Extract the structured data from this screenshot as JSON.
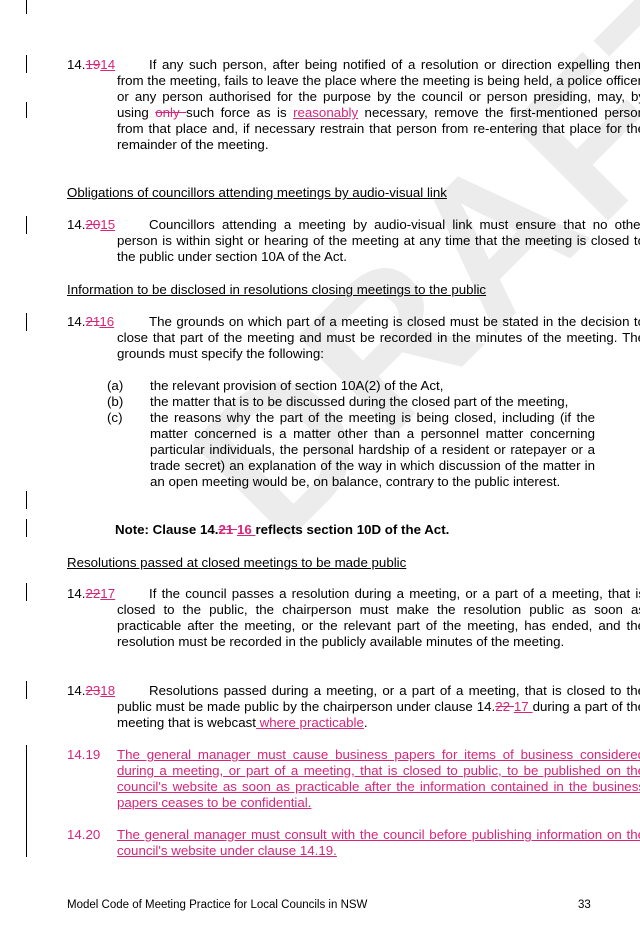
{
  "c14": {
    "prefix": "14.",
    "del": "19",
    "ins": "14",
    "text": "If any such person, after being notified of a resolution or direction expelling them from the meeting, fails to leave the place where the meeting is being held, a police officer, or any person authorised for the purpose by the council or person presiding, may, by using ",
    "del2": "only ",
    "text2": "such force as is ",
    "ins2": "reasonably",
    "text3": " necessary, remove the first-mentioned person from that place and, if necessary restrain that person from re-entering that place for the remainder of the meeting."
  },
  "h1": "Obligations of councillors attending meetings by audio-visual link",
  "c15": {
    "prefix": "14.",
    "del": "20",
    "ins": "15",
    "text": "Councillors attending a meeting by audio-visual link must ensure that no other person is within sight or hearing of the meeting at any time that the meeting is closed to the public under section 10A of the Act."
  },
  "h2": "Information to be disclosed in resolutions closing meetings to the public",
  "c16": {
    "prefix": "14.",
    "del": "21",
    "ins": "16",
    "text": "The grounds on which part of a meeting is closed must be stated in the decision to close that part of the meeting and must be recorded in the minutes of the meeting. The grounds must specify the following:"
  },
  "list": [
    {
      "label": "(a)",
      "text": "the relevant provision of section 10A(2) of the Act,"
    },
    {
      "label": "(b)",
      "text": "the matter that is to be discussed during the closed part of the meeting,"
    },
    {
      "label": "(c)",
      "text": "the reasons why the part of the meeting is being closed, including (if the matter concerned is a matter other than a personnel matter concerning particular individuals, the personal hardship of a resident or ratepayer or a trade secret) an explanation of the way in which discussion of the matter in an open meeting would be, on balance, contrary to the public interest."
    }
  ],
  "note": {
    "pre": "Note: Clause 14.",
    "del": "21 ",
    "ins": "16 ",
    "post": "reflects section 10D of the Act."
  },
  "h3": "Resolutions passed at closed meetings to be made public",
  "c17": {
    "prefix": "14.",
    "del": "22",
    "ins": "17",
    "text": "If the council passes a resolution during a meeting, or a part of a meeting, that is closed to the public, the chairperson must make the resolution public as soon as practicable after the meeting, or the relevant part of the meeting, has ended, and the resolution must be recorded in the publicly available minutes of the meeting."
  },
  "c18": {
    "prefix": "14.",
    "del": "23",
    "ins": "18",
    "text": "Resolutions passed during a meeting, or a part of a meeting, that is closed to the public must be made public by the chairperson under clause 14.",
    "del2": "22 ",
    "ins2": "17 ",
    "text2": "during a part of the meeting that is webcast",
    "ins3": " where practicable",
    "text3": "."
  },
  "c19": {
    "num": "14.19",
    "text": "The general manager must cause business papers for items of business considered during a meeting, or part of a meeting, that is closed to public, to be published on the council's website as soon as practicable after the information contained in the business papers ceases to be confidential."
  },
  "c20": {
    "num": "14.20",
    "text": "The general manager must consult with the council before publishing information on the council's website under clause 14.19."
  },
  "footer": {
    "title": "Model Code of Meeting Practice for Local Councils in NSW",
    "page": "33"
  },
  "watermark": "DRAFT"
}
